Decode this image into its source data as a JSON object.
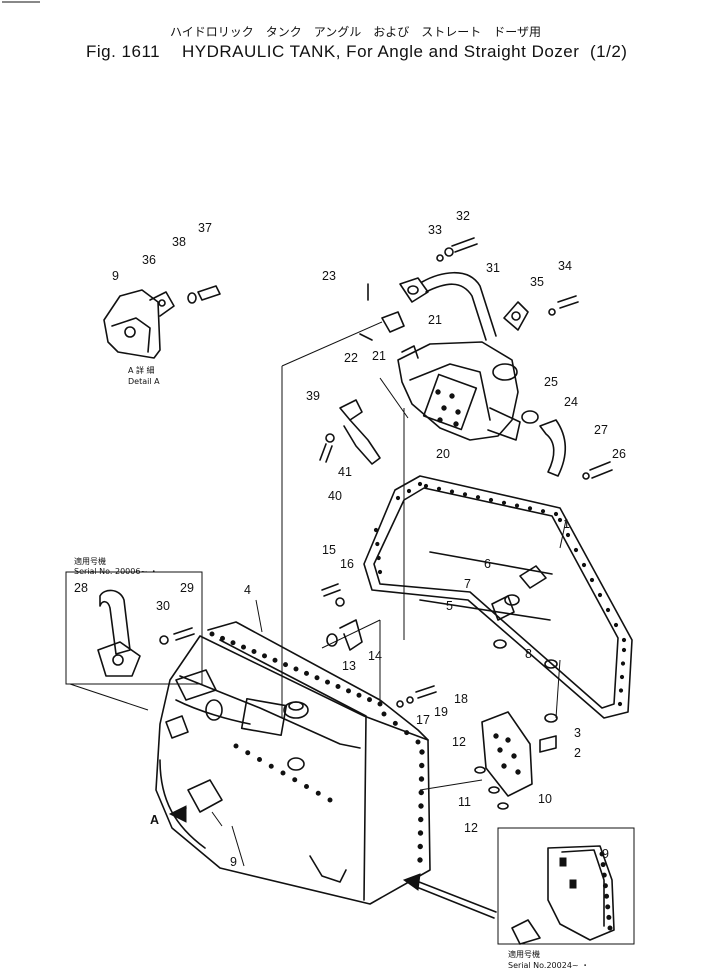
{
  "header": {
    "title_jp": "ハイドロリック　タンク　アングル　および　ストレート　ドーザ用",
    "fig_label": "Fig. 1611",
    "title_en": "HYDRAULIC TANK, For Angle and Straight Dozer",
    "sheet": "(1/2)"
  },
  "detail_a": {
    "label_jp": "A 詳 細",
    "label_en": "Detail A"
  },
  "serial_note_upper": {
    "label_jp": "適用号機",
    "serial": "Serial No. 20006~ ・"
  },
  "serial_note_lower": {
    "label_jp": "適用号機",
    "serial": "Serial No.20024~ ・"
  },
  "view_arrow_label": "A",
  "callouts": [
    "1",
    "2",
    "3",
    "4",
    "5",
    "6",
    "7",
    "8",
    "9",
    "10",
    "11",
    "12",
    "13",
    "14",
    "15",
    "16",
    "17",
    "18",
    "19",
    "20",
    "21",
    "22",
    "23",
    "24",
    "25",
    "26",
    "27",
    "28",
    "29",
    "30",
    "31",
    "32",
    "33",
    "34",
    "35",
    "36",
    "37",
    "38",
    "39",
    "40",
    "41"
  ]
}
